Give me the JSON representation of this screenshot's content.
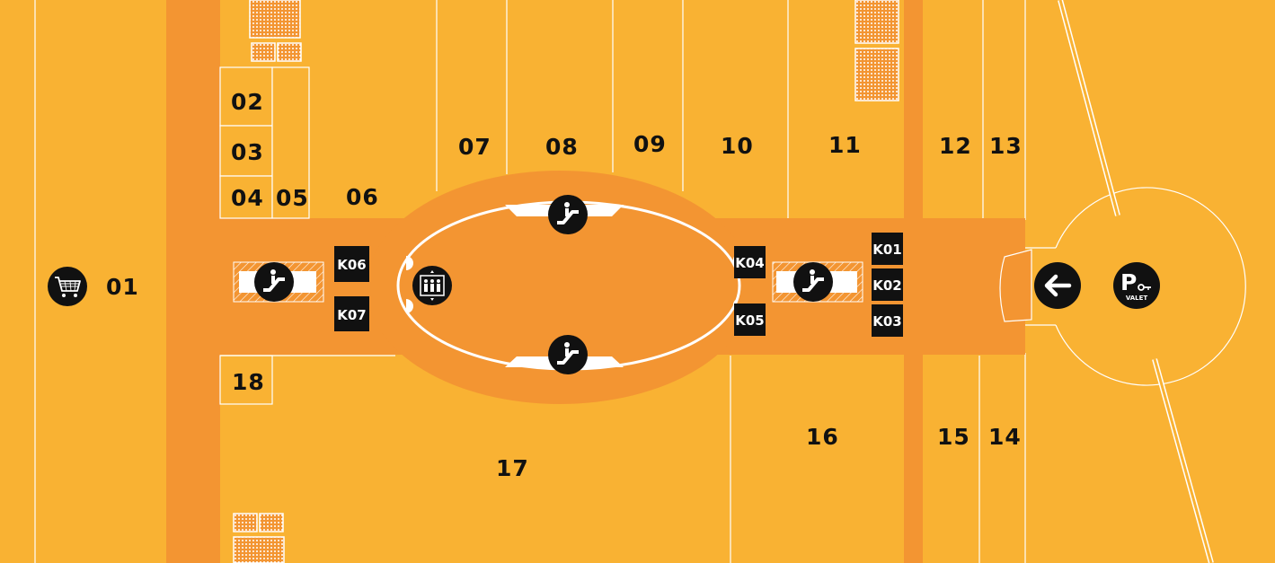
{
  "colors": {
    "retail": "#f9b233",
    "corridor": "#f39532",
    "icon_bg": "#111111",
    "outline": "#ffffff"
  },
  "units": [
    "01",
    "02",
    "03",
    "04",
    "05",
    "06",
    "07",
    "08",
    "09",
    "10",
    "11",
    "12",
    "13",
    "14",
    "15",
    "16",
    "17",
    "18"
  ],
  "kiosks": [
    "K01",
    "K02",
    "K03",
    "K04",
    "K05",
    "K06",
    "K07"
  ],
  "parking": {
    "letter": "P",
    "label": "VALET"
  },
  "icons": [
    "shopping-cart-icon",
    "escalator-icon",
    "elevator-icon",
    "entrance-arrow-icon",
    "valet-parking-icon"
  ]
}
